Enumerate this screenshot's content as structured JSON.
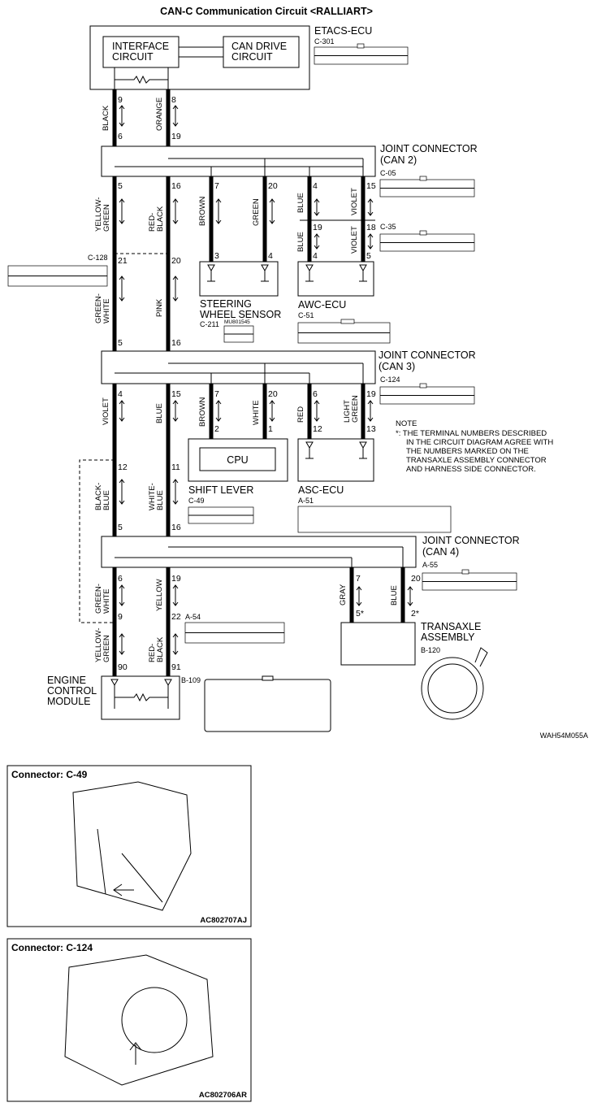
{
  "title": "CAN-C Communication Circuit <RALLIART>",
  "etacs": {
    "name": "ETACS-ECU",
    "connector": "C-301",
    "interface": "INTERFACE\nCIRCUIT",
    "drive": "CAN DRIVE\nCIRCUIT"
  },
  "jc2": {
    "name": "JOINT CONNECTOR\n(CAN 2)",
    "connector": "C-05"
  },
  "jc3": {
    "name": "JOINT CONNECTOR\n(CAN 3)",
    "connector": "C-124"
  },
  "jc4": {
    "name": "JOINT CONNECTOR\n(CAN 4)",
    "connector": "A-55"
  },
  "c35": "C-35",
  "c128": "C-128",
  "steering": {
    "name": "STEERING\nWHEEL SENSOR",
    "connector": "C-211",
    "part": "MU801545"
  },
  "awc": {
    "name": "AWC-ECU",
    "connector": "C-51"
  },
  "shift": {
    "name": "SHIFT LEVER",
    "connector": "C-49",
    "cpu": "CPU"
  },
  "asc": {
    "name": "ASC-ECU",
    "connector": "A-51"
  },
  "a54": "A-54",
  "ecm": {
    "name": "ENGINE\nCONTROL\nMODULE",
    "connector": "B-109"
  },
  "transaxle": {
    "name": "TRANSAXLE\nASSEMBLY",
    "connector": "B-120"
  },
  "note": [
    "NOTE",
    "*: THE TERMINAL NUMBERS DESCRIBED",
    "IN THE CIRCUIT DIAGRAM AGREE WITH",
    "THE NUMBERS MARKED ON THE",
    "TRANSAXLE ASSEMBLY CONNECTOR",
    "AND HARNESS SIDE CONNECTOR."
  ],
  "figure_code": "WAH54M055A",
  "wires": {
    "black": "BLACK",
    "orange": "ORANGE",
    "yellow_green": "YELLOW-\nGREEN",
    "red_black": "RED-\nBLACK",
    "brown": "BROWN",
    "green": "GREEN",
    "blue": "BLUE",
    "violet": "VIOLET",
    "green_white": "GREEN-\nWHITE",
    "pink": "PINK",
    "white": "WHITE",
    "red": "RED",
    "light_green": "LIGHT\nGREEN",
    "black_blue": "BLACK-\nBLUE",
    "white_blue": "WHITE-\nBLUE",
    "yellow": "YELLOW",
    "gray": "GRAY"
  },
  "pins": {
    "p9": "9",
    "p8": "8",
    "p6": "6",
    "p19": "19",
    "p5": "5",
    "p16": "16",
    "p7": "7",
    "p20": "20",
    "p4": "4",
    "p15": "15",
    "p18": "18",
    "p21": "21",
    "p3": "3",
    "p13": "13",
    "p12": "12",
    "p2": "2",
    "p1": "1",
    "p11": "11",
    "p22": "22",
    "p90": "90",
    "p91": "91",
    "p5s": "5*",
    "p2s": "2*"
  },
  "inset1": {
    "heading": "Connector: C-49",
    "code": "AC802707AJ"
  },
  "inset2": {
    "heading": "Connector: C-124",
    "code": "AC802706AR"
  }
}
